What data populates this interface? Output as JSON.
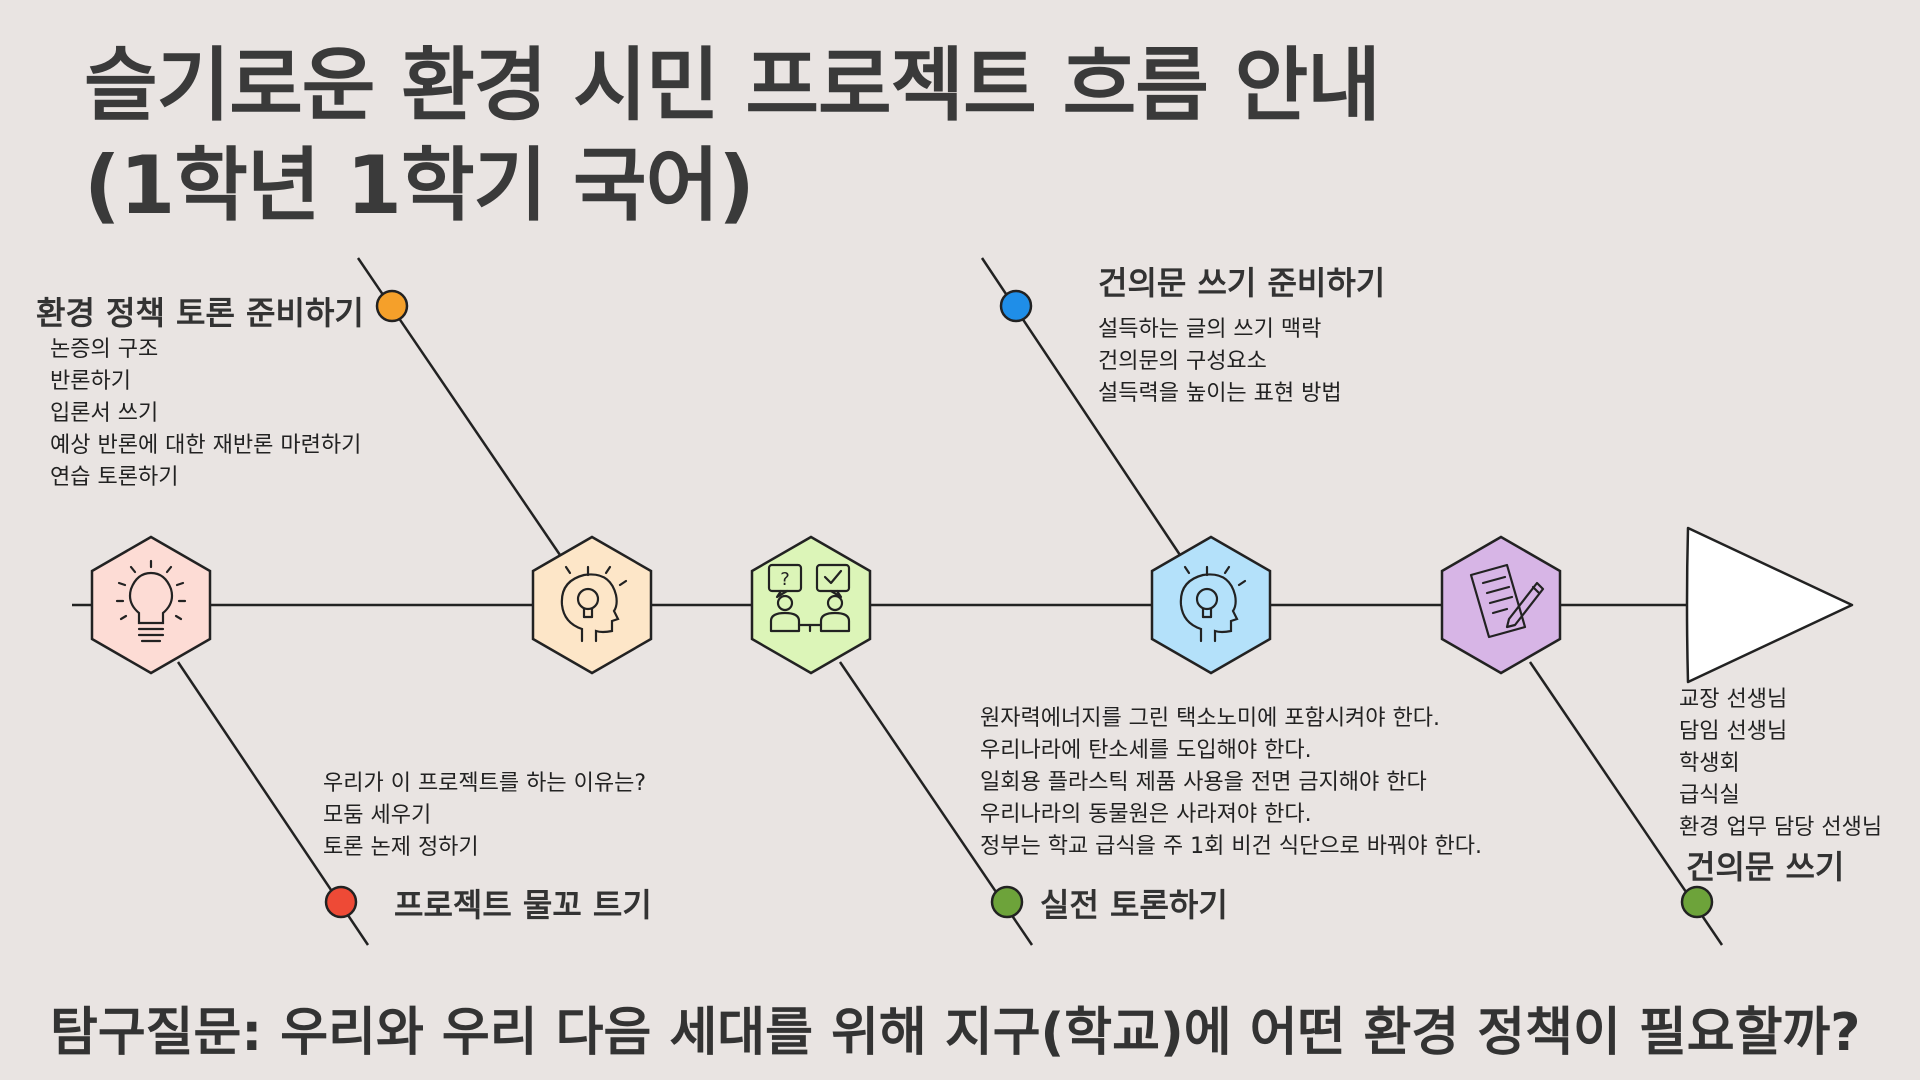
{
  "title": {
    "line1": "슬기로운 환경 시민 프로젝트 흐름 안내",
    "line2": "(1학년 1학기 국어)"
  },
  "colors": {
    "background": "#e9e4e2",
    "line": "#222222",
    "dot_orange": "#f5a02a",
    "dot_blue": "#1f8ee8",
    "dot_red": "#ee4a36",
    "dot_green": "#6da33a",
    "hex_pink": "#fddcd5",
    "hex_peach": "#fde6c8",
    "hex_lime": "#dcf5b8",
    "hex_sky": "#b4e1fa",
    "hex_lavender": "#d7b5e6"
  },
  "steps": {
    "debate_prep": {
      "heading": "환경 정책 토론 준비하기",
      "items": [
        "논증의 구조",
        "반론하기",
        "입론서 쓰기",
        "예상 반론에 대한 재반론 마련하기",
        "연습 토론하기"
      ]
    },
    "proposal_prep": {
      "heading": "건의문 쓰기 준비하기",
      "items": [
        "설득하는 글의 쓰기 맥락",
        "건의문의 구성요소",
        "설득력을 높이는 표현 방법"
      ]
    },
    "kickoff": {
      "heading": "프로젝트 물꼬 트기",
      "items": [
        "우리가 이 프로젝트를 하는 이유는?",
        "모둠 세우기",
        "토론 논제 정하기"
      ]
    },
    "real_debate": {
      "heading": "실전 토론하기",
      "items": [
        "원자력에너지를 그린 택소노미에 포함시켜야 한다.",
        "우리나라에 탄소세를 도입해야 한다.",
        "일회용 플라스틱 제품 사용을 전면 금지해야 한다",
        "우리나라의 동물원은 사라져야 한다.",
        "정부는 학교 급식을 주 1회 비건 식단으로 바꿔야 한다."
      ]
    },
    "write_proposal": {
      "heading": "건의문 쓰기",
      "items": [
        "교장 선생님",
        "담임 선생님",
        "학생회",
        "급식실",
        "환경 업무 담당 선생님"
      ]
    }
  },
  "nodes": [
    {
      "icon": "lightbulb-icon",
      "color": "pink"
    },
    {
      "icon": "head-lightbulb-icon",
      "color": "peach"
    },
    {
      "icon": "discussion-icon",
      "color": "lime"
    },
    {
      "icon": "head-lightbulb-icon",
      "color": "sky"
    },
    {
      "icon": "document-pen-icon",
      "color": "lavender"
    }
  ],
  "question": "탐구질문: 우리와 우리 다음 세대를 위해 지구(학교)에 어떤 환경 정책이 필요할까?"
}
